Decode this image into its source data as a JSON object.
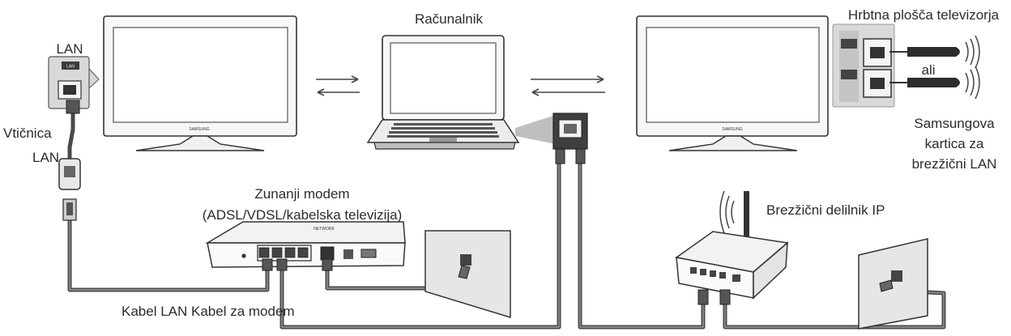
{
  "labels": {
    "computer": "Računalnik",
    "tv_back_panel": "Hrbtna plošča televizorja",
    "lan_port": "LAN",
    "wall_socket_line1": "Vtičnica",
    "wall_socket_line2": "LAN",
    "external_modem_line1": "Zunanji modem",
    "external_modem_line2": "(ADSL/VDSL/kabelska televizija)",
    "or": "ali",
    "wireless_adapter_line1": "Samsungova",
    "wireless_adapter_line2": "kartica za",
    "wireless_adapter_line3": "brezžični LAN",
    "wireless_router": "Brezžični delilnik IP",
    "cables": "Kabel LAN Kabel za modem"
  },
  "device_text": {
    "tv_logo_left": "SAMSUNG",
    "tv_logo_right": "SAMSUNG",
    "lan_port_tag": "LAN",
    "modem_brand": "NETWORK"
  },
  "colors": {
    "cable": "#4a4a4a",
    "panel_bg": "#d9d9d9",
    "wall_bg": "#e6e6e6"
  }
}
